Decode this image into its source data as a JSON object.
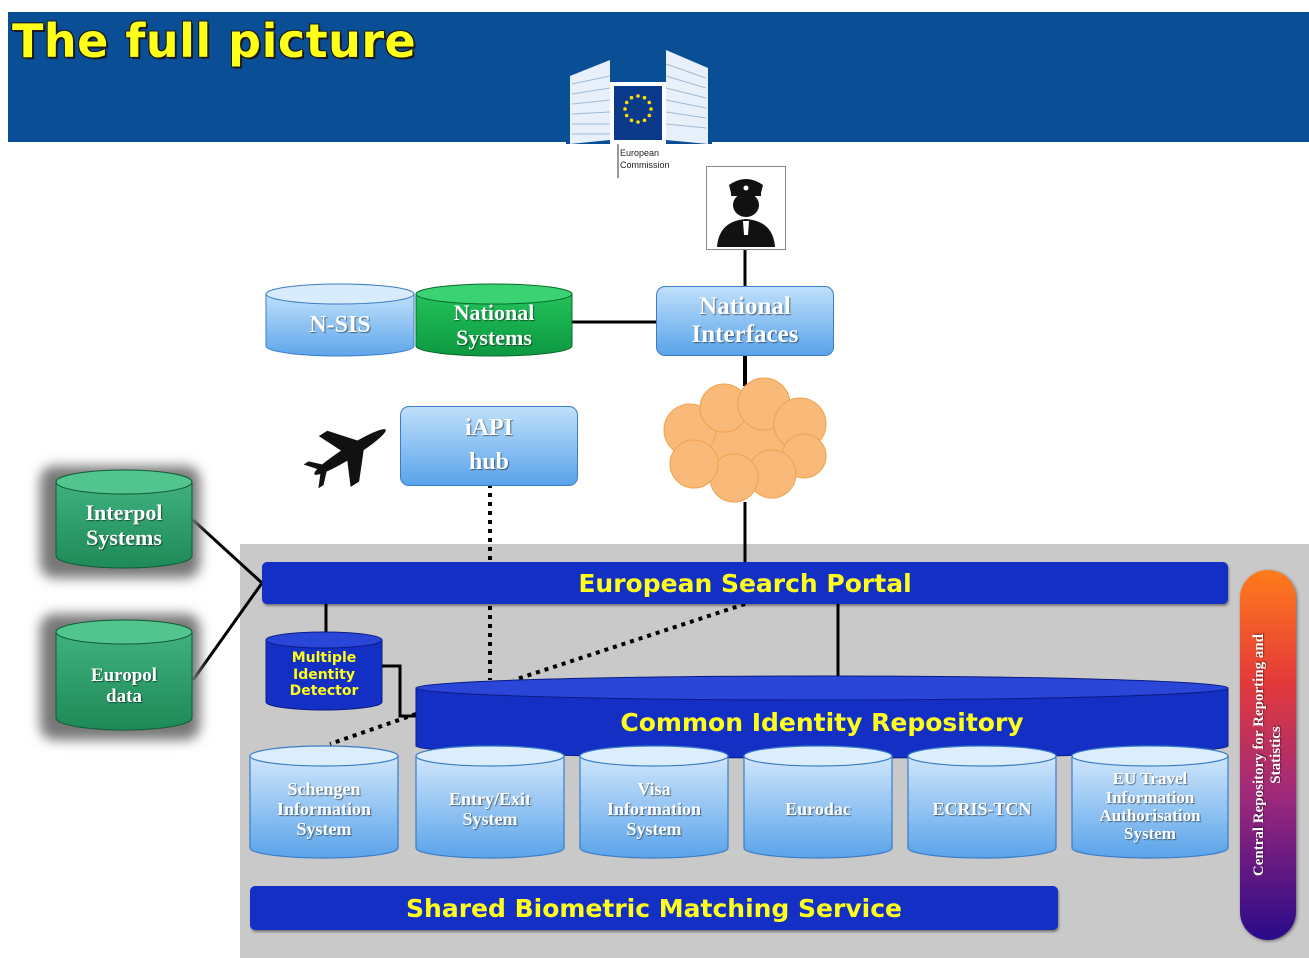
{
  "title": "The full picture",
  "logo": {
    "line1": "European",
    "line2": "Commission"
  },
  "nodes": {
    "nsis": "N-SIS",
    "national_systems": [
      "National",
      "Systems"
    ],
    "national_interfaces": [
      "National",
      "Interfaces"
    ],
    "iapi_hub": [
      "iAPI",
      "hub"
    ],
    "interpol": [
      "Interpol",
      "Systems"
    ],
    "europol": [
      "Europol",
      "data"
    ],
    "esp": "European Search Portal",
    "mid": [
      "Multiple",
      "Identity",
      "Detector"
    ],
    "cir": "Common Identity Repository",
    "sbms": "Shared Biometric Matching Service",
    "crrs": [
      "Central Repository for Reporting and",
      "Statistics"
    ]
  },
  "databases": [
    {
      "lines": [
        "Schengen",
        "Information",
        "System"
      ]
    },
    {
      "lines": [
        "Entry/Exit",
        "System"
      ]
    },
    {
      "lines": [
        "Visa",
        "Information",
        "System"
      ]
    },
    {
      "lines": [
        "Eurodac"
      ]
    },
    {
      "lines": [
        "ECRIS-TCN"
      ]
    },
    {
      "lines": [
        "EU Travel",
        "Information",
        "Authorisation",
        "System"
      ]
    }
  ],
  "icons": {
    "officer": "police-officer-icon",
    "airplane": "airplane-icon",
    "cloud": "cloud-icon",
    "eu_flag": "eu-flag-icon"
  },
  "colors": {
    "header": "#0a4f96",
    "title": "#ffff1a",
    "bar": "#1430c4",
    "green": "#2a9a64",
    "cloud": "#f9b978"
  }
}
